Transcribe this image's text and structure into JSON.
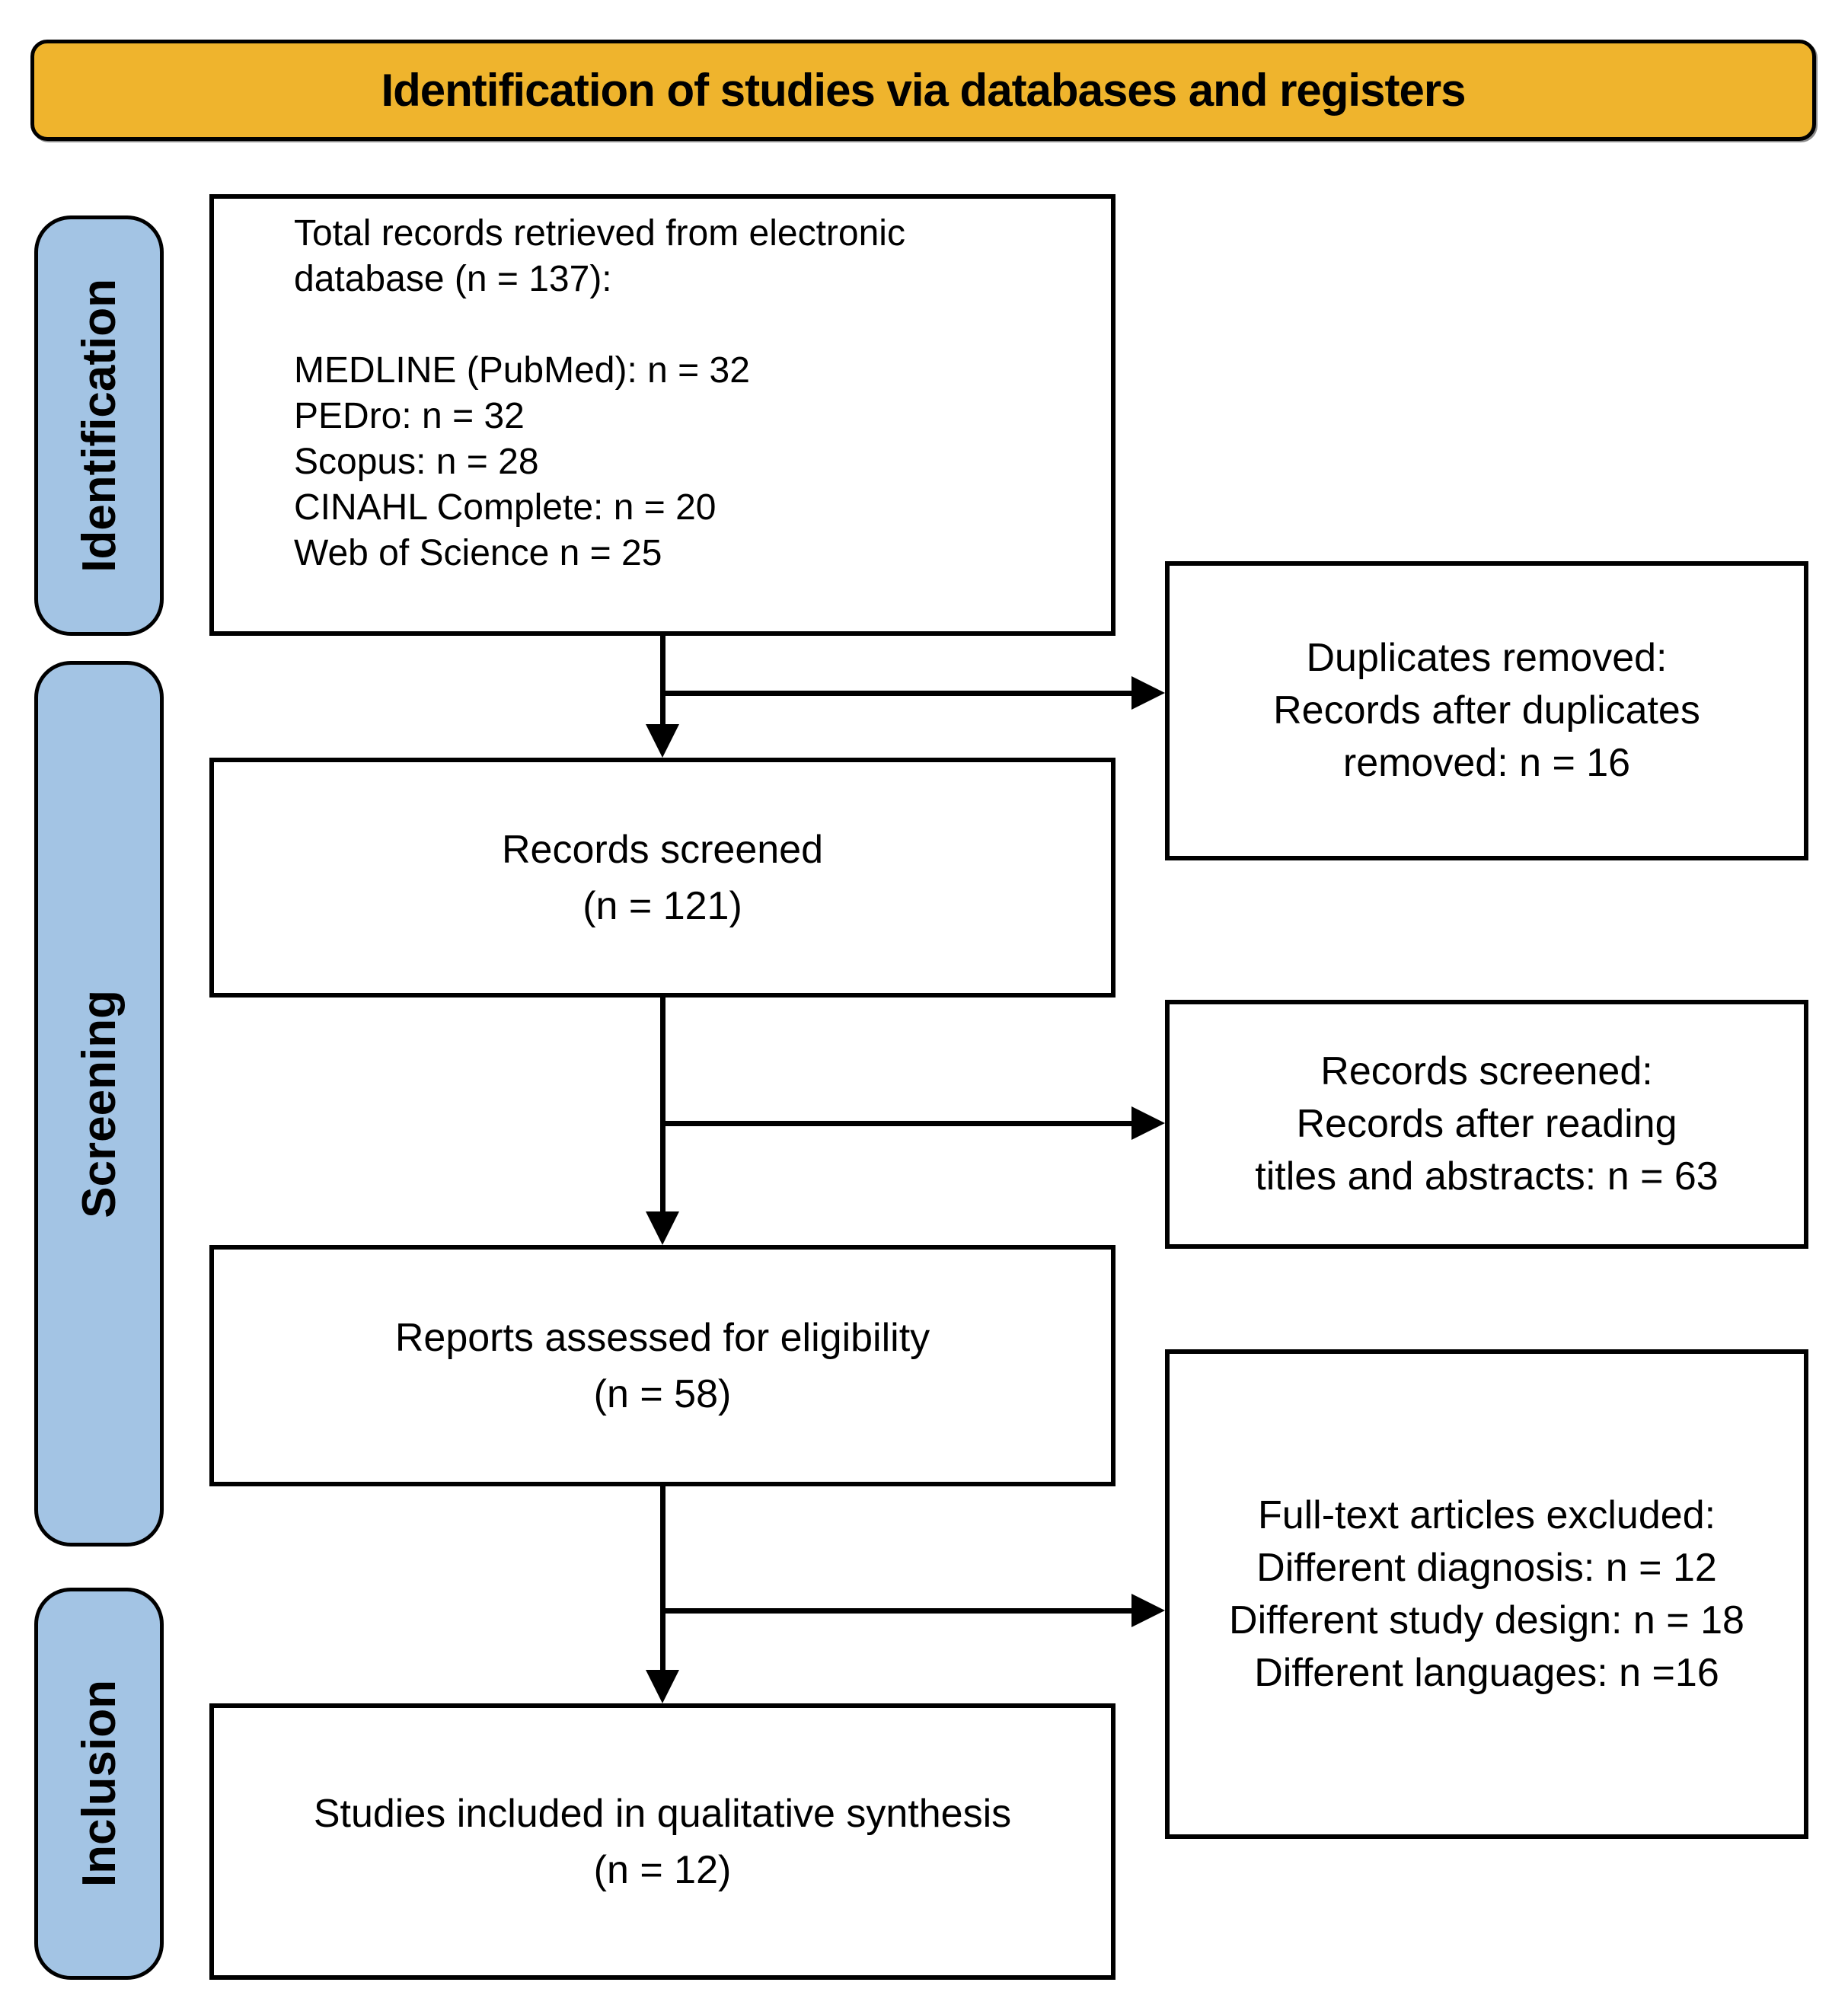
{
  "banner": {
    "title": "Identification of studies via databases and registers"
  },
  "stage_labels": [
    {
      "label": "Identification"
    },
    {
      "label": "Screening"
    },
    {
      "label": "Inclusion"
    }
  ],
  "main_boxes": [
    {
      "name": "records-retrieved",
      "lines": [
        "Total records retrieved from electronic",
        "database (n = 137):",
        "",
        "MEDLINE (PubMed): n = 32",
        "PEDro: n = 32",
        "Scopus: n = 28",
        "CINAHL Complete: n = 20",
        "Web of Science n = 25"
      ]
    },
    {
      "name": "records-screened",
      "lines": [
        "Records screened",
        "(n = 121)"
      ]
    },
    {
      "name": "reports-assessed",
      "lines": [
        "Reports assessed for eligibility",
        "(n = 58)"
      ]
    },
    {
      "name": "studies-included",
      "lines": [
        "Studies included in qualitative synthesis",
        "(n = 12)"
      ]
    }
  ],
  "side_boxes": [
    {
      "name": "duplicates-removed",
      "lines": [
        "Duplicates removed:",
        "Records after duplicates",
        "removed: n = 16"
      ]
    },
    {
      "name": "records-screened-excluded",
      "lines": [
        "Records screened:",
        "Records after reading",
        "titles and abstracts: n = 63"
      ]
    },
    {
      "name": "full-text-excluded",
      "lines": [
        "Full-text articles excluded:",
        "Different diagnosis: n = 12",
        "Different study design: n = 18",
        "Different languages: n =16"
      ]
    }
  ],
  "colors": {
    "banner_bg": "#EFB42D",
    "stage_bg": "#A3C4E4",
    "box_bg": "#FFFFFF",
    "border": "#000000"
  }
}
